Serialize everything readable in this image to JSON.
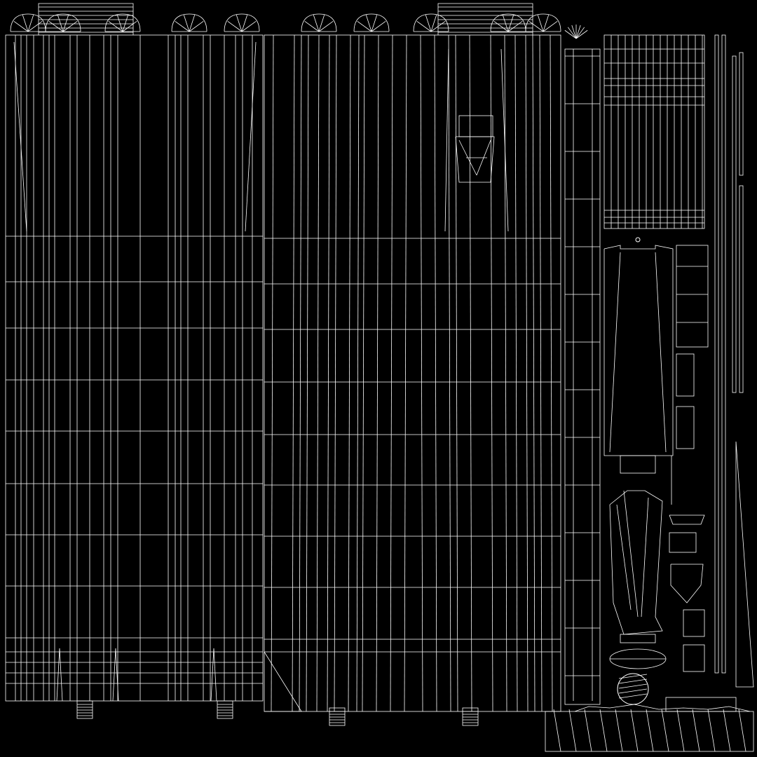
{
  "canvas": {
    "background": "#000000",
    "wire_color": "#ffffff"
  },
  "content": {
    "type": "uv-wireframe-layout",
    "islands": [
      "left-panel",
      "right-panel",
      "vertical-strip",
      "grid-block",
      "small-parts",
      "bottom-strip"
    ]
  }
}
